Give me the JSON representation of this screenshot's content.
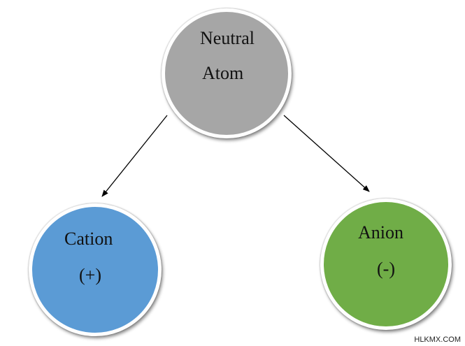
{
  "neutral": {
    "line1": "Neutral",
    "line2": "Atom",
    "color": "#a6a6a6"
  },
  "cation": {
    "line1": "Cation",
    "line2": "(+)",
    "color": "#5b9bd5"
  },
  "anion": {
    "line1": "Anion",
    "line2": "(-)",
    "color": "#70ad47"
  },
  "watermark": "HLKMX.COM"
}
